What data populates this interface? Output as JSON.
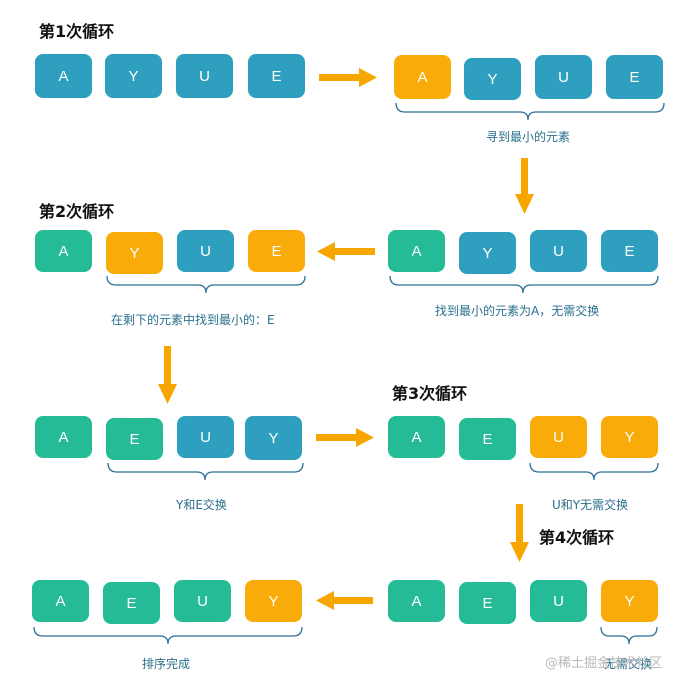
{
  "titles": {
    "round1": "第1次循环",
    "round2": "第2次循环",
    "round3": "第3次循环",
    "round4": "第4次循环"
  },
  "colors": {
    "unsorted": "#2f9fbf",
    "highlight": "#f9ab0a",
    "sorted": "#26bb97",
    "arrow": "#f7a600",
    "brace": "#2c6f96",
    "caption": "#2a6f8e"
  },
  "rows": {
    "r1_left": [
      "A",
      "Y",
      "U",
      "E"
    ],
    "r1_right": [
      "A",
      "Y",
      "U",
      "E"
    ],
    "r2_right": [
      "A",
      "Y",
      "U",
      "E"
    ],
    "r2_left": [
      "A",
      "Y",
      "U",
      "E"
    ],
    "r3_left": [
      "A",
      "E",
      "U",
      "Y"
    ],
    "r3_right": [
      "A",
      "E",
      "U",
      "Y"
    ],
    "r4_right": [
      "A",
      "E",
      "U",
      "Y"
    ],
    "r4_left": [
      "A",
      "E",
      "U",
      "Y"
    ]
  },
  "captions": {
    "c1": "寻到最小的元素",
    "c2": "找到最小的元素为A，无需交换",
    "c3": "在剩下的元素中找到最小的：E",
    "c4": "Y和E交换",
    "c5": "U和Y无需交换",
    "c6": "无需交换",
    "c7": "排序完成"
  },
  "watermark": "@稀土掘金技术社区"
}
